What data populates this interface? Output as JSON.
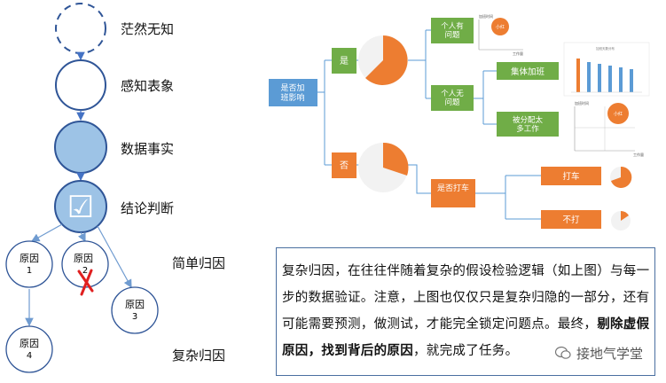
{
  "ladder": {
    "stages": [
      "茫然无知",
      "感知表象",
      "数据事实",
      "结论判断"
    ],
    "check_mark": "☑"
  },
  "causes": {
    "c1": [
      "原因",
      "1"
    ],
    "c2": [
      "原因",
      "2"
    ],
    "c3": [
      "原因",
      "3"
    ],
    "c4": [
      "原因",
      "4"
    ],
    "simple_label": "简单归因",
    "complex_label": "复杂归因"
  },
  "tree": {
    "root": "是否加班影响",
    "yes": "是",
    "no": "否",
    "personal_problem": "个人有问题",
    "personal_no_problem": "个人无问题",
    "collective_overtime": "集体加班",
    "assigned_too_much": "被分配太多工作",
    "is_taxi": "是否打车",
    "taxi": "打车",
    "no_taxi": "不打",
    "mini_chart_title": "加班时间",
    "mini_chart_axis": "工作量",
    "mini_chart_bubble": "小红",
    "mini_bar_title": "加班天数分布",
    "mini_scatter_label": "加班时间",
    "mini_scatter_axis": "工作量",
    "mini_scatter_bubble": "小红"
  },
  "note": {
    "part1": "复杂归因，在往往伴随着复杂的假设检验逻辑（如上图）与每一步的数据验证。注意，上图也仅仅只是复杂归隐的一部分，还有可能需要预测，做测试，才能完全锁定问题点。最终，",
    "bold": "剔除虚假原因，找到背后的原因",
    "part2": "，就完成了任务。"
  },
  "watermark": "接地气学堂",
  "colors": {
    "blue_fill": "#9dc3e6",
    "blue_stroke": "#2f5597",
    "green": "#70ad47",
    "orange": "#ed7d31",
    "tree_blue": "#5b9bd5",
    "red_x": "#e02020"
  }
}
